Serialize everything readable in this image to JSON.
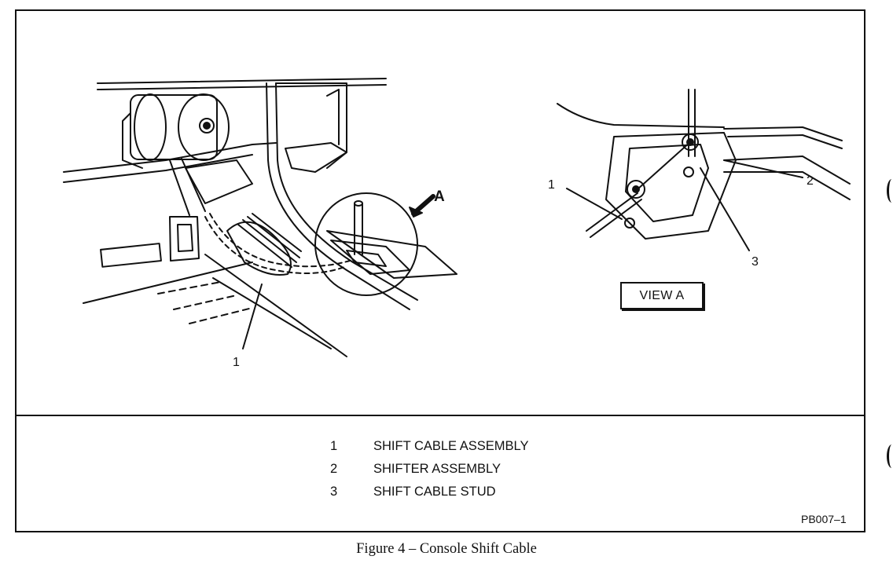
{
  "figure": {
    "view_label": "VIEW A",
    "view_letter": "A",
    "callouts": {
      "main_1": "1",
      "view_1": "1",
      "view_2": "2",
      "view_3": "3"
    },
    "legend": [
      {
        "num": "1",
        "text": "SHIFT CABLE ASSEMBLY"
      },
      {
        "num": "2",
        "text": "SHIFTER ASSEMBLY"
      },
      {
        "num": "3",
        "text": "SHIFT CABLE STUD"
      }
    ],
    "code": "PB007–1",
    "caption": "Figure 4  –  Console Shift Cable"
  }
}
